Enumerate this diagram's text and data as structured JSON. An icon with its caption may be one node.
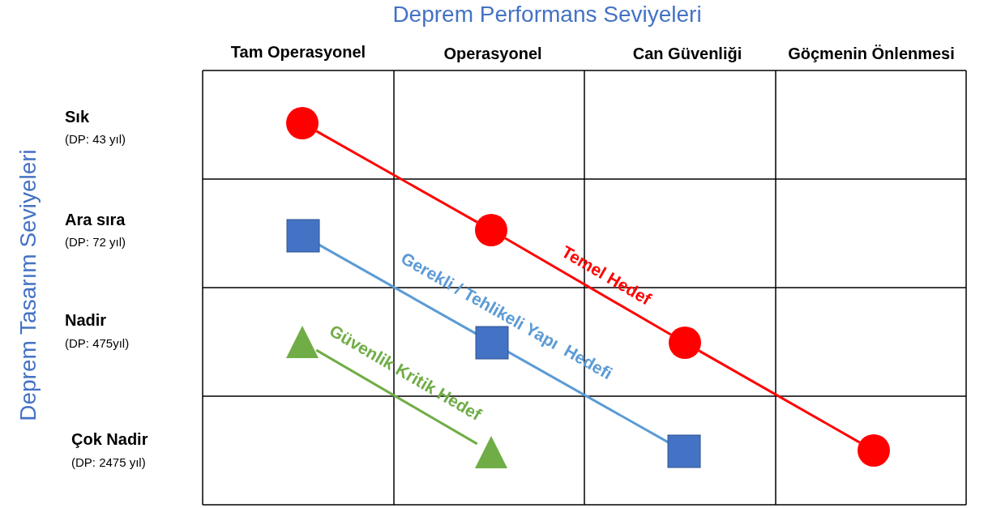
{
  "diagram": {
    "title": "Deprem Performans Seviyeleri",
    "nodes": [
      {
        "text": [],
        "shape": "circle"
      },
      {
        "text": [],
        "shape": "box"
      },
      {
        "text": [],
        "shape": "circle"
      },
      {
        "text": [],
        "shape": "triangle"
      },
      {
        "text": [],
        "shape": "box"
      },
      {
        "text": [],
        "shape": "circle"
      },
      {
        "text": [],
        "shape": "triangle"
      },
      {
        "text": [],
        "shape": "box"
      },
      {
        "text": [],
        "shape": "circle"
      }
    ],
    "edges": [
      {
        "from": 0,
        "to": 2,
        "arrow": "none",
        "color": "#ff0000"
      },
      {
        "from": 2,
        "to": 5,
        "arrow": "none",
        "color": "#ff0000",
        "label": "Temel Hedef"
      },
      {
        "from": 5,
        "to": 8,
        "arrow": "none",
        "color": "#ff0000"
      },
      {
        "from": 1,
        "to": 4,
        "arrow": "none",
        "color": "#5b9bd5",
        "label": "Gerekli / Tehlikeli Yapı  Hedefi"
      },
      {
        "from": 4,
        "to": 7,
        "arrow": "none",
        "color": "#5b9bd5"
      },
      {
        "from": 3,
        "to": 6,
        "arrow": "none",
        "color": "#70ad47",
        "label": "Güvenlik Kritik Hedef"
      }
    ],
    "labels": [
      "Tam Operasyonel",
      "Operasyonel",
      "Can Güvenliği",
      "Göçmenin Önlenmesi",
      "Deprem Tasarım Seviyeleri",
      "Sık",
      "(DP: 43 yıl)",
      "Ara sıra",
      "(DP: 72 yıl)",
      "Nadir",
      "(DP: 475yıl)",
      "Çok Nadir",
      "(DP: 2475 yıl)"
    ]
  }
}
